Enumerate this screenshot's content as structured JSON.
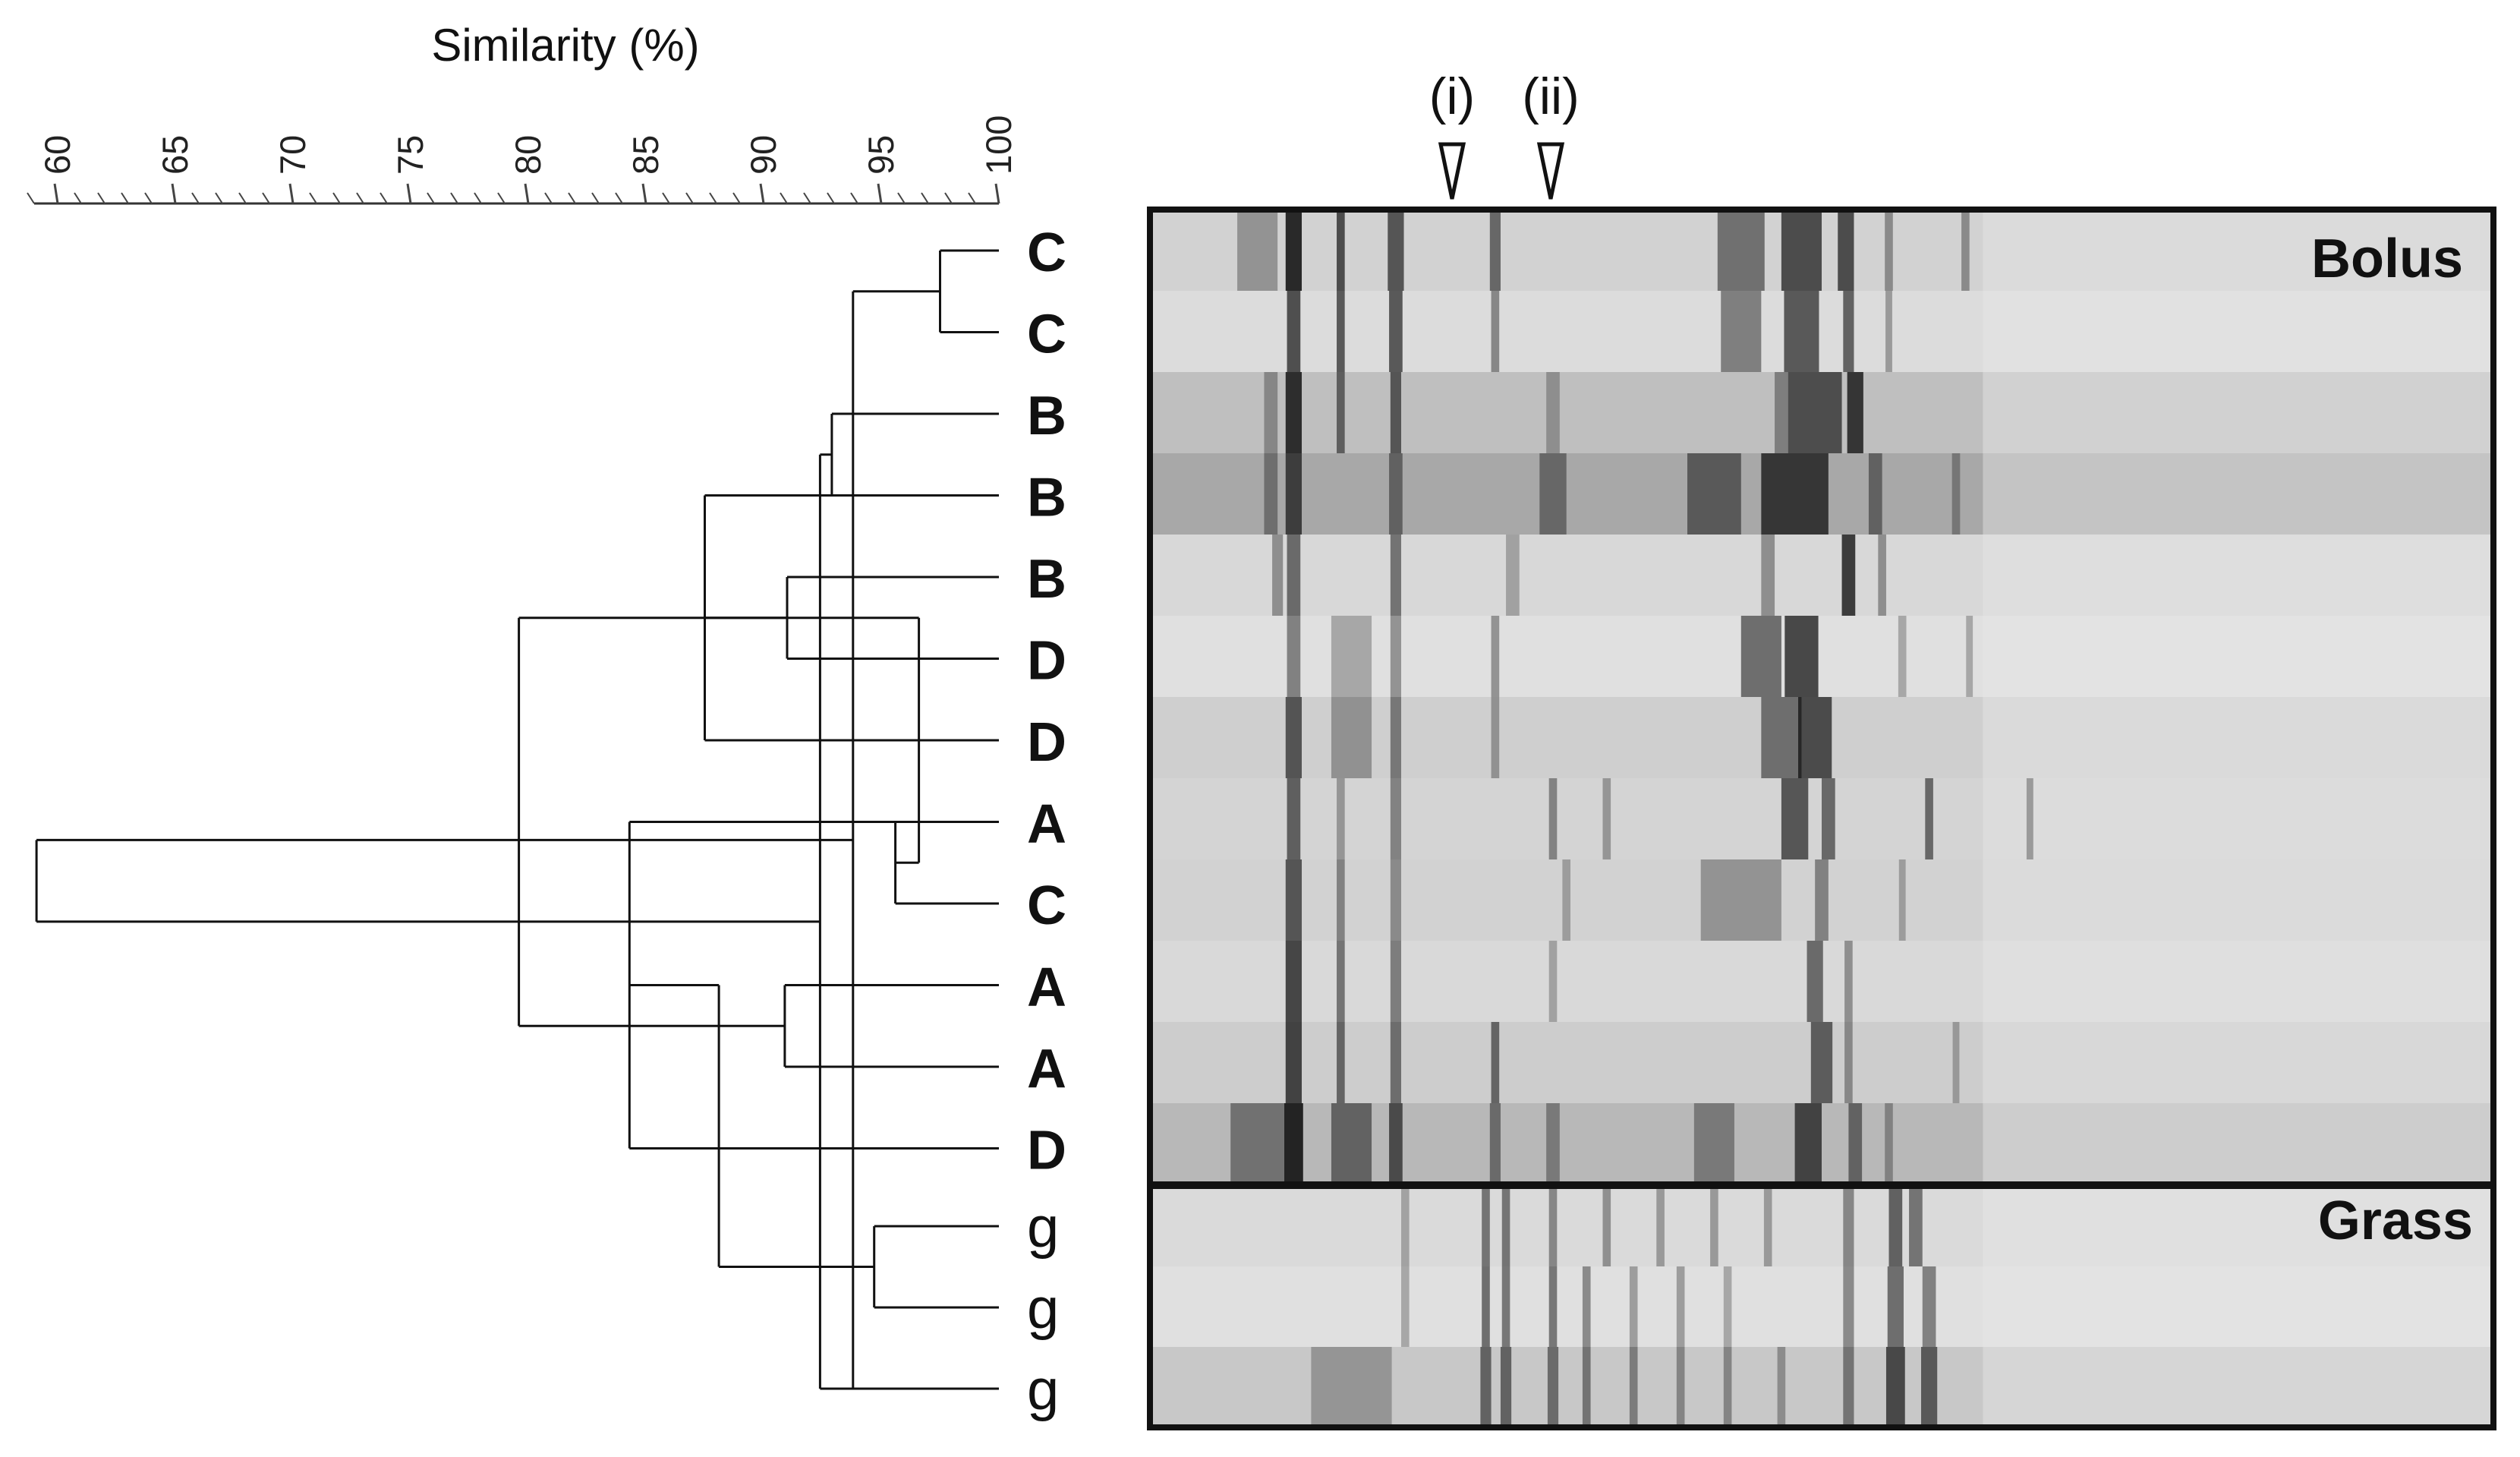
{
  "axis": {
    "title": "Similarity (%)",
    "ticks": [
      "60",
      "65",
      "70",
      "75",
      "80",
      "85",
      "90",
      "95",
      "100"
    ],
    "min": 59,
    "max": 100
  },
  "leaves": [
    "C",
    "C",
    "B",
    "B",
    "B",
    "D",
    "D",
    "A",
    "C",
    "A",
    "A",
    "D",
    "g",
    "g",
    "g"
  ],
  "merges": [
    [
      0,
      1,
      97.5
    ],
    [
      2,
      3,
      92.9
    ],
    [
      4,
      5,
      91.0
    ],
    [
      6,
      3,
      87.5
    ],
    [
      7,
      8,
      95.6
    ],
    [
      9,
      10,
      90.9
    ],
    [
      11,
      7,
      84.3
    ],
    [
      12,
      13,
      94.7
    ],
    [
      14,
      15,
      93.8
    ],
    [
      16,
      14,
      92.4
    ],
    [
      17,
      20,
      79.6
    ],
    [
      18,
      19,
      96.6
    ],
    [
      22,
      21,
      88.1
    ],
    [
      23,
      24,
      59.1
    ]
  ],
  "panels": {
    "bolus_label": "Bolus",
    "grass_label": "Grass"
  },
  "markers": {
    "i": "(i)",
    "ii": "(ii)"
  }
}
